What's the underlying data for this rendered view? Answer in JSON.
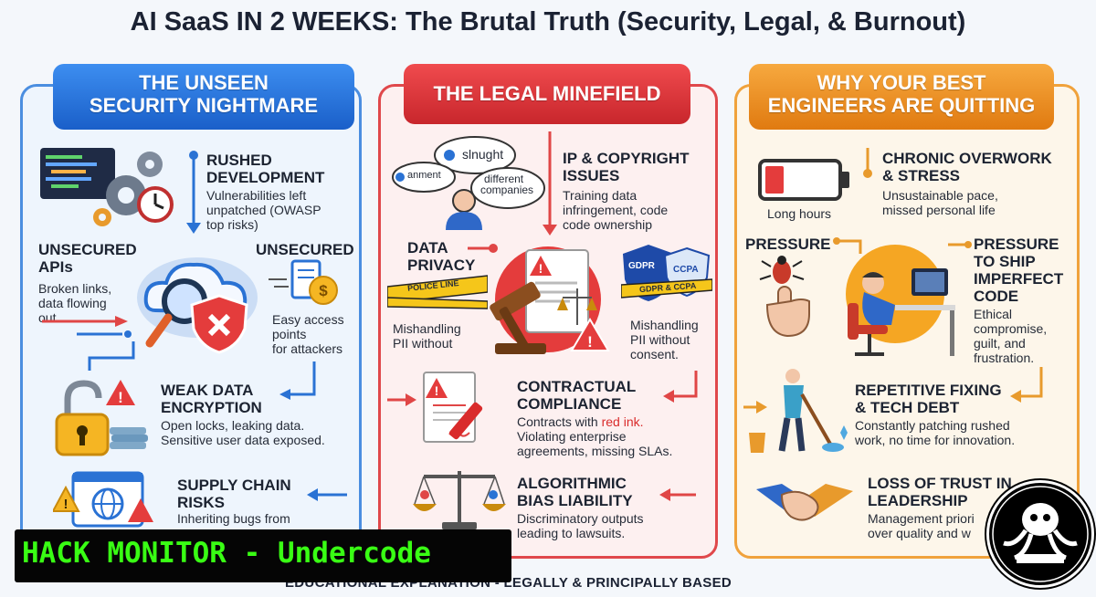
{
  "title": "AI SaaS IN 2 WEEKS: The Brutal Truth (Security, Legal, & Burnout)",
  "security": {
    "banner": [
      "THE UNSEEN",
      "SECURITY NIGHTMARE"
    ],
    "rushed": {
      "head": [
        "RUSHED",
        "DEVELOPMENT"
      ],
      "desc": [
        "Vulnerabilities left",
        "unpatched (OWASP",
        "top risks)"
      ]
    },
    "apis": {
      "head": [
        "UNSECURED",
        "APIs"
      ],
      "desc": [
        "Broken links,",
        "data flowing",
        "out."
      ]
    },
    "unsecured": {
      "head": "UNSECURED",
      "desc": [
        "Easy access",
        "points",
        "for attackers"
      ]
    },
    "encryption": {
      "head": [
        "WEAK DATA",
        "ENCRYPTION"
      ],
      "desc": [
        "Open locks, leaking data.",
        "Sensitive user data exposed."
      ]
    },
    "supply": {
      "head": [
        "SUPPLY CHAIN",
        "RISKS"
      ],
      "desc": [
        "Inheriting bugs from"
      ]
    }
  },
  "legal": {
    "banner": "THE LEGAL MINEFIELD",
    "bubbles": [
      "anment",
      "slnught",
      "different",
      "companies"
    ],
    "ip": {
      "head": [
        "IP & COPYRIGHT",
        "ISSUES"
      ],
      "desc": [
        "Training data",
        "infringement, code",
        "code ownership"
      ]
    },
    "privacy": {
      "head": [
        "DATA",
        "PRIVACY"
      ],
      "desc": [
        "Mishandling",
        "PII without"
      ]
    },
    "tape_left": "POLICE LINE",
    "gdpr": "GDPR",
    "ccpa": "CCPA",
    "tape_right": "GDPR & CCPA",
    "consent": {
      "desc": [
        "Mishandling",
        "PII without",
        "consent."
      ]
    },
    "contract": {
      "head": [
        "CONTRACTUAL",
        "COMPLIANCE"
      ],
      "desc_pre": "Contracts with ",
      "desc_red": "red ink.",
      "desc": [
        "Violating enterprise",
        "agreements, missing SLAs."
      ]
    },
    "bias": {
      "head": [
        "ALGORITHMIC",
        "BIAS LIABILITY"
      ],
      "desc": [
        "Discriminatory outputs",
        "leading to lawsuits."
      ]
    }
  },
  "engineers": {
    "banner": [
      "WHY YOUR BEST",
      "ENGINEERS ARE QUITTING"
    ],
    "overwork": {
      "head": [
        "CHRONIC OVERWORK",
        "& STRESS"
      ],
      "desc": [
        "Unsustainable pace,",
        "missed personal life"
      ]
    },
    "long_hours": "Long hours",
    "pressure": "PRESSURE",
    "ship": {
      "head": [
        "PRESSURE",
        "TO SHIP",
        "IMPERFECT",
        "CODE"
      ],
      "desc": [
        "Ethical",
        "compromise,",
        "guilt, and",
        "frustration."
      ]
    },
    "fixing": {
      "head": [
        "REPETITIVE FIXING",
        "& TECH DEBT"
      ],
      "desc": [
        "Constantly patching rushed",
        "work, no time for innovation."
      ]
    },
    "trust": {
      "head": [
        "LOSS OF TRUST IN",
        "LEADERSHIP"
      ],
      "desc": [
        "Management priori",
        "over quality and w"
      ]
    }
  },
  "watermark": "HACK MONITOR - Undercode",
  "footer": "EDUCATIONAL EXPLANATION - LEGALLY & PRINCIPALLY BASED",
  "colors": {
    "security": "#1a5fc9",
    "legal": "#c8262c",
    "engineers": "#e07a10",
    "hack_green": "#39ff14"
  }
}
